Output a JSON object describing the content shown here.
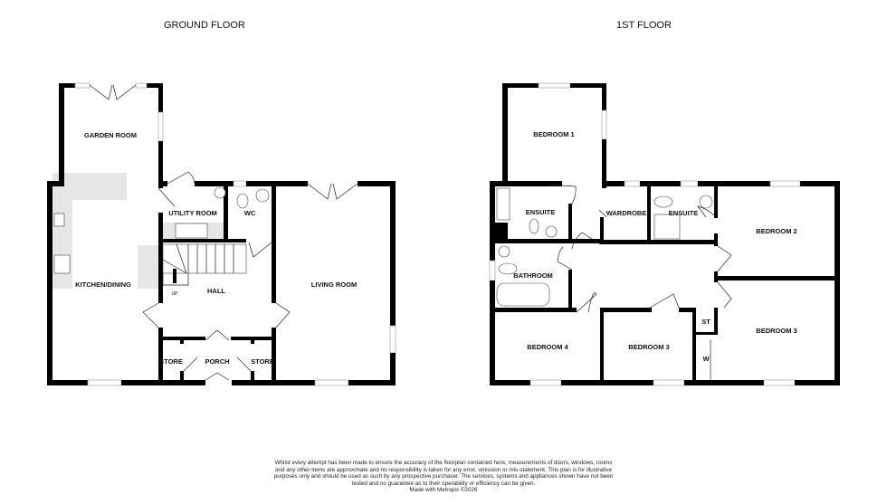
{
  "floors": [
    {
      "title": "GROUND FLOOR",
      "rooms": [
        "GARDEN ROOM",
        "UTILITY ROOM",
        "WC",
        "KITCHEN/DINING",
        "HALL",
        "LIVING ROOM",
        "STORE",
        "PORCH",
        "STORE"
      ],
      "stairs_label": "UP"
    },
    {
      "title": "1ST FLOOR",
      "rooms": [
        "BEDROOM 1",
        "ENSUITE",
        "WARDROBE",
        "ENSUITE",
        "BEDROOM 2",
        "BATHROOM",
        "BEDROOM 4",
        "BEDROOM 3",
        "ST",
        "W",
        "BEDROOM 3"
      ]
    }
  ],
  "disclaimer": {
    "text": "Whilst every attempt has been made to ensure the accuracy of the floorplan contained here, measurements of doors, windows, rooms and any other items are approximate and no responsibility is taken for any error, omission or mis-statement. This plan is for illustrative purposes only and should be used as such by any prospective purchaser. The services, systems and appliances shown have not been tested and no guarantee as to their operability or efficiency can be given.",
    "credit": "Made with Metropix ©2026"
  }
}
